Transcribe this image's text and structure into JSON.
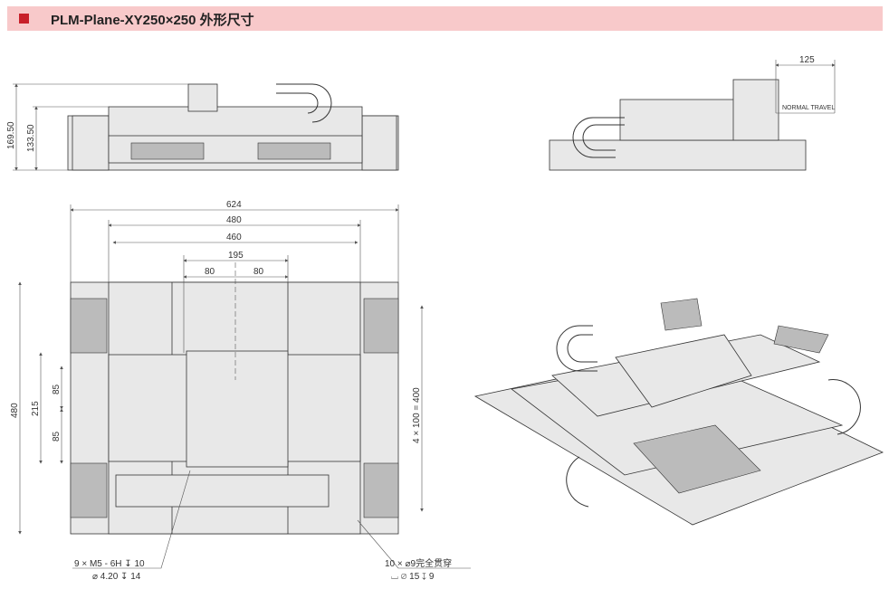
{
  "header": {
    "title": "PLM-Plane-XY250×250 外形尺寸",
    "accent": "#c8202a",
    "background": "#f8c9ca"
  },
  "front_view": {
    "dims": {
      "total_height": "169.50",
      "height": "133.50"
    }
  },
  "side_view": {
    "dims": {
      "travel": "125"
    },
    "travel_label": "NORMAL TRAVEL"
  },
  "top_view": {
    "dims": {
      "width_total": "624",
      "width_480": "480",
      "width_460": "460",
      "width_195": "195",
      "pitch_x1": "80",
      "pitch_x2": "80",
      "height_480": "480",
      "height_215": "215",
      "pitch_y1": "85",
      "pitch_y2": "85",
      "hole_pitch": "4 × 100 = 400"
    },
    "callout_left": {
      "line1": "9 × M5 - 6H ↧ 10",
      "line2": "⌀ 4.20 ↧ 14"
    },
    "callout_right": {
      "line1": "10 × ⌀9完全贯穿",
      "line2": "⌴ ⌀ 15 ↧ 9"
    }
  }
}
